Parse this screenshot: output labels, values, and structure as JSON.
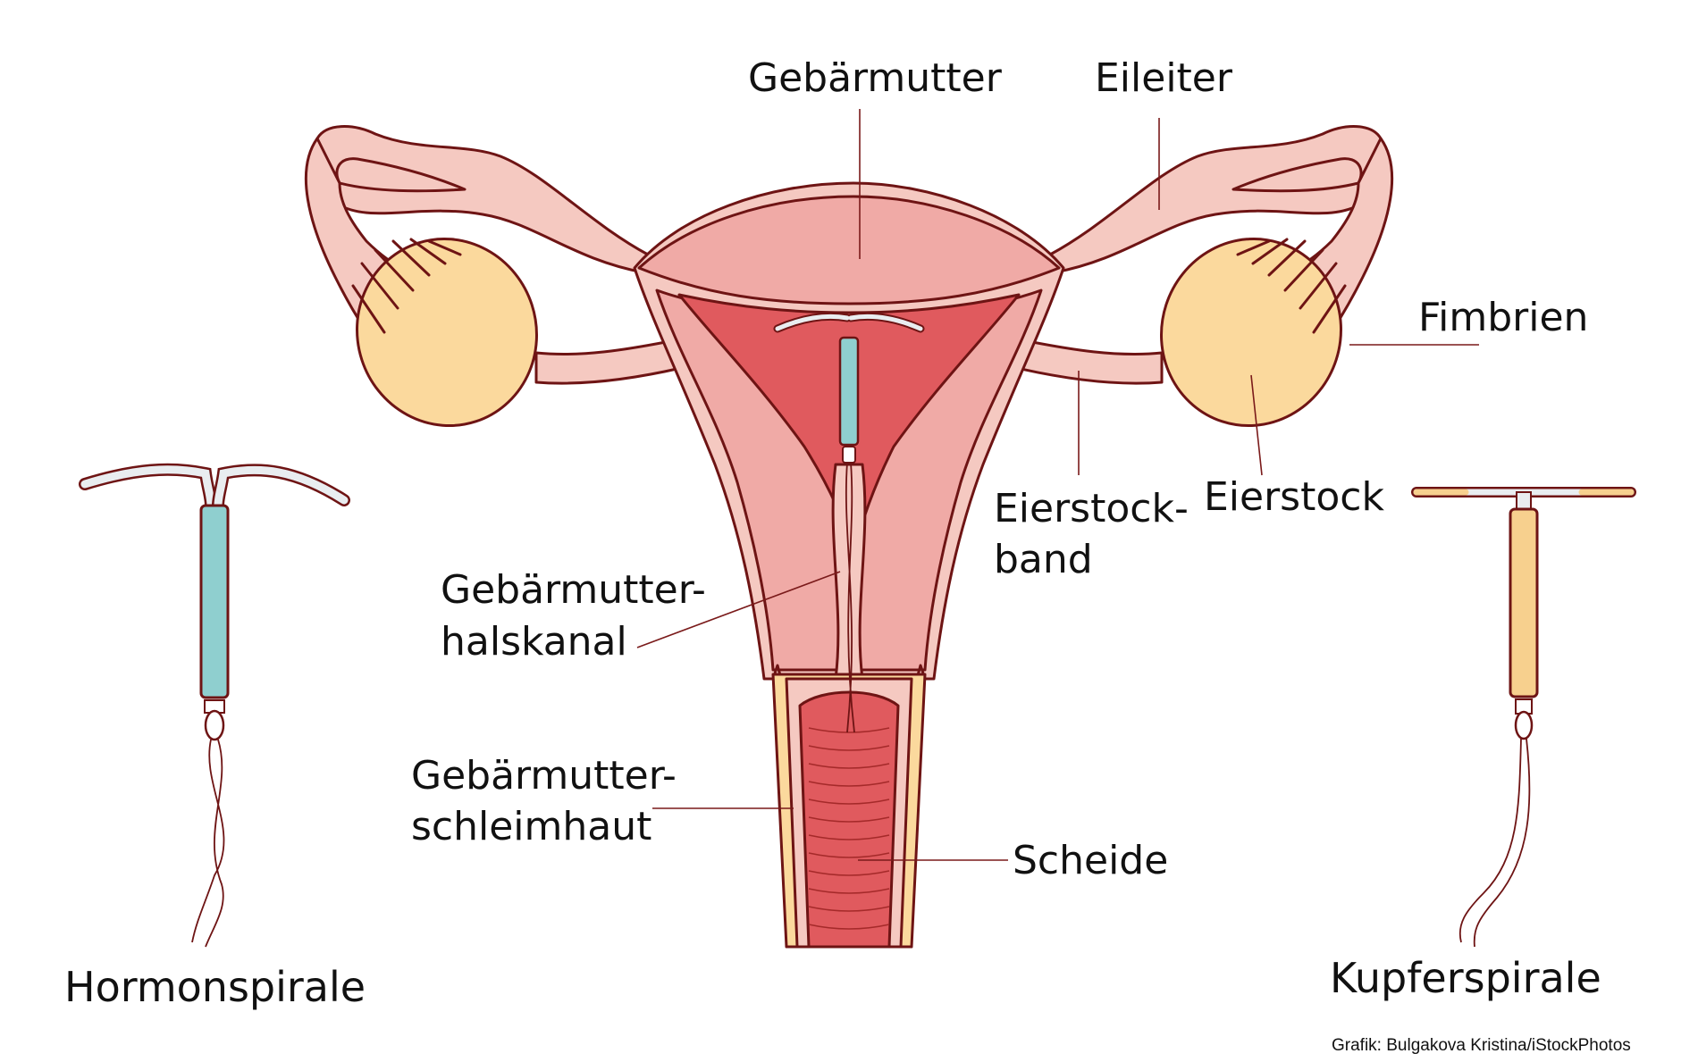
{
  "labels": {
    "uterus": "Gebärmutter",
    "tube": "Eileiter",
    "fimbriae": "Fimbrien",
    "ovary": "Eierstock",
    "ligament_1": "Eierstock-",
    "ligament_2": "band",
    "canal_1": "Gebärmutter-",
    "canal_2": "halskanal",
    "mucosa_1": "Gebärmutter-",
    "mucosa_2": "schleimhaut",
    "vagina": "Scheide",
    "hormone_iud": "Hormonspirale",
    "copper_iud": "Kupferspirale"
  },
  "credit": "Grafik: Bulgakova Kristina/iStockPhotos",
  "colors": {
    "outline": "#6e1414",
    "tissue_light": "#f5c9c1",
    "tissue_mid": "#f0aaa6",
    "cavity": "#e05a5e",
    "ovary": "#fbd99d",
    "hormone_body": "#8fcfcf",
    "copper_body": "#f7d08e",
    "arm": "#e9edf0"
  }
}
